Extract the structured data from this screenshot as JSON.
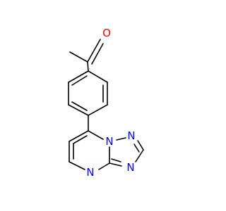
{
  "molecule": {
    "atoms": {
      "oxygen": {
        "symbol": "O",
        "color": "#ff0000"
      },
      "n_bridge": {
        "symbol": "N",
        "color": "#0000ff"
      },
      "n_triazole_top": {
        "symbol": "N",
        "color": "#0000ff"
      },
      "n_triazole_right": {
        "symbol": "N",
        "color": "#0000ff"
      },
      "n_pyrimidine": {
        "symbol": "N",
        "color": "#0000ff"
      }
    },
    "bond_color": "#000000"
  }
}
